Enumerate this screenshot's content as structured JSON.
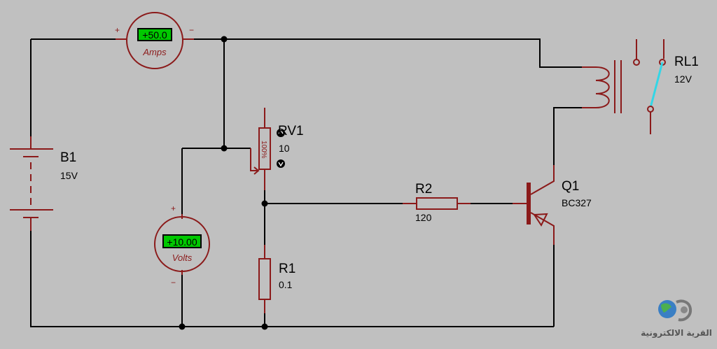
{
  "components": {
    "battery": {
      "ref": "B1",
      "value": "15V"
    },
    "potentiometer": {
      "ref": "RV1",
      "value": "10",
      "wiper": "100%"
    },
    "r1": {
      "ref": "R1",
      "value": "0.1"
    },
    "r2": {
      "ref": "R2",
      "value": "120"
    },
    "transistor": {
      "ref": "Q1",
      "value": "BC327"
    },
    "relay": {
      "ref": "RL1",
      "value": "12V"
    }
  },
  "ammeter": {
    "reading": "+50.0",
    "unit": "Amps",
    "plus": "+",
    "minus": "−"
  },
  "voltmeter": {
    "reading": "+10.00",
    "unit": "Volts",
    "plus": "+",
    "minus": "−"
  },
  "watermark": "القرية الالكترونية",
  "colors": {
    "background": "#c0c0c0",
    "component": "#8b1a1a",
    "wire": "#000000",
    "lcd": "#00c800",
    "relay_contact": "#33d6e6"
  }
}
